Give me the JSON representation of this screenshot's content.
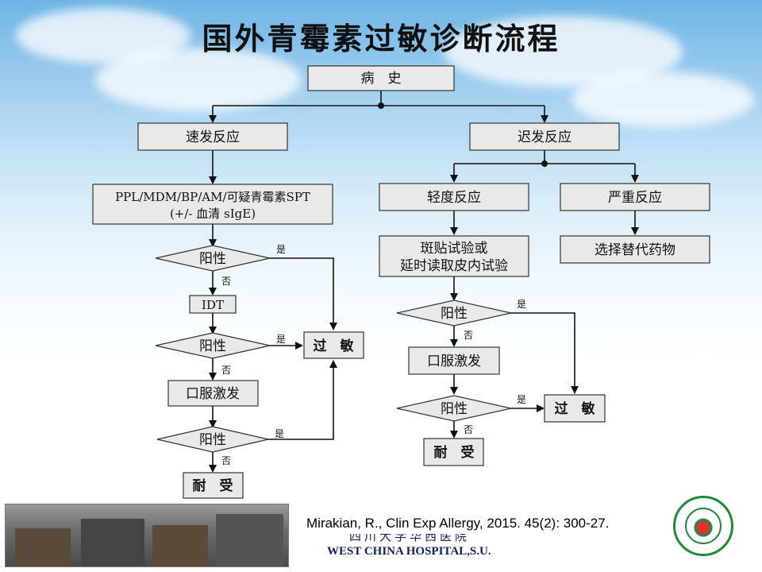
{
  "title": "国外青霉素过敏诊断流程",
  "nodes": {
    "history": "病　史",
    "immediate": "速发反应",
    "delayed": "迟发反应",
    "spt_line1": "PPL/MDM/BP/AM/可疑青霉素SPT",
    "spt_line2": "(+/- 血清 sIgE)",
    "mild": "轻度反应",
    "severe": "严重反应",
    "patch_line1": "斑贴试验或",
    "patch_line2": "延时读取皮内试验",
    "alternative": "选择替代药物",
    "positive": "阳性",
    "idt": "IDT",
    "oral": "口服激发",
    "allergy": "过　敏",
    "tolerant": "耐　受",
    "yes": "是",
    "no": "否"
  },
  "citation": "Mirakian, R., Clin Exp Allergy, 2015. 45(2): 300-27.",
  "footer": {
    "hospital_en": "WEST CHINA HOSPITAL,S.U.",
    "hospital_cn": "四川大学华西医院"
  },
  "colors": {
    "box_fill": "#e9e9e9",
    "seal_green": "#1f8a3a"
  }
}
